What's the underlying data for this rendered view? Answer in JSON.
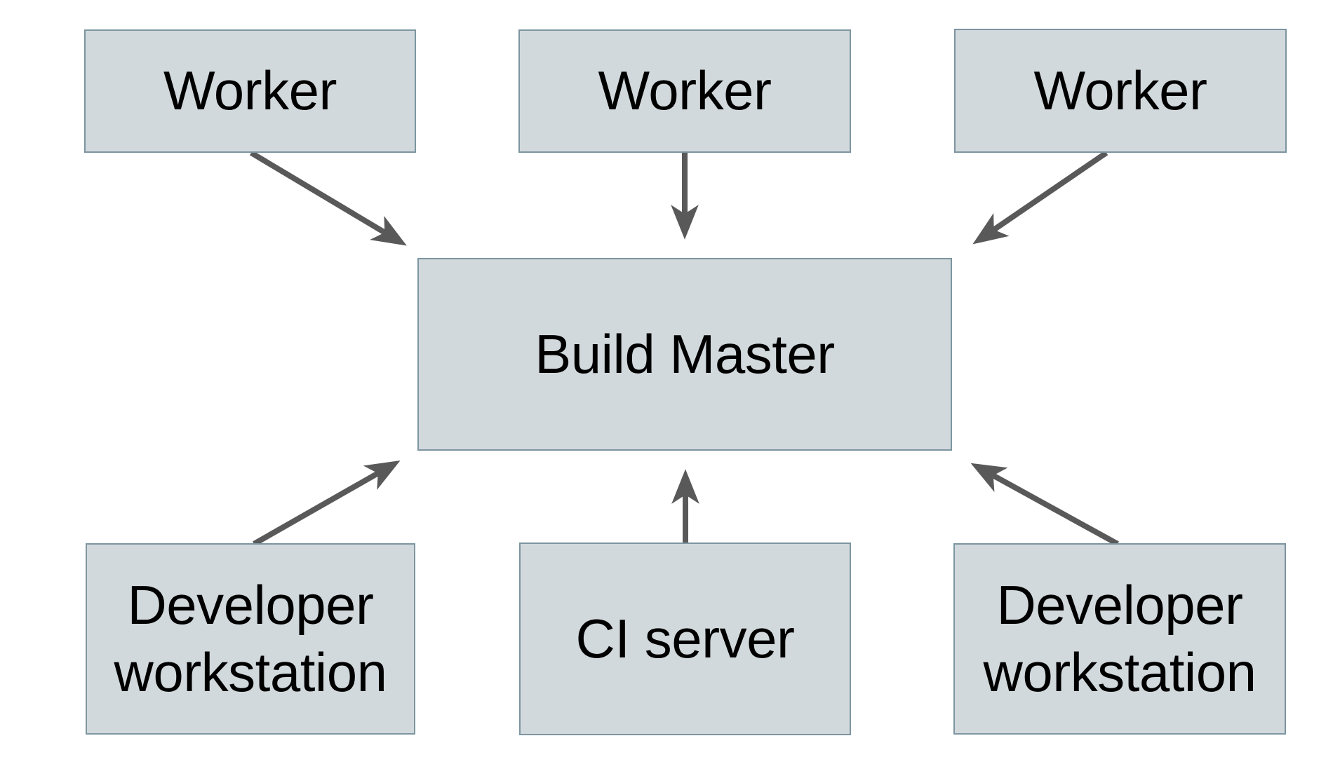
{
  "diagram": {
    "type": "architecture-diagram",
    "colors": {
      "background": "#ffffff",
      "node_fill": "#d2d9dc",
      "node_border": "#7d95a0",
      "arrow": "#595959",
      "label_text": "#000000"
    },
    "nodes": {
      "worker_1": {
        "label": "Worker"
      },
      "worker_2": {
        "label": "Worker"
      },
      "worker_3": {
        "label": "Worker"
      },
      "build_master": {
        "label": "Build Master"
      },
      "developer_workstation_left": {
        "label": "Developer workstation"
      },
      "ci_server": {
        "label": "CI server"
      },
      "developer_workstation_right": {
        "label": "Developer workstation"
      }
    },
    "edges": [
      {
        "from": "worker_1",
        "to": "build_master"
      },
      {
        "from": "worker_2",
        "to": "build_master"
      },
      {
        "from": "worker_3",
        "to": "build_master"
      },
      {
        "from": "developer_workstation_left",
        "to": "build_master"
      },
      {
        "from": "ci_server",
        "to": "build_master"
      },
      {
        "from": "developer_workstation_right",
        "to": "build_master"
      }
    ]
  }
}
